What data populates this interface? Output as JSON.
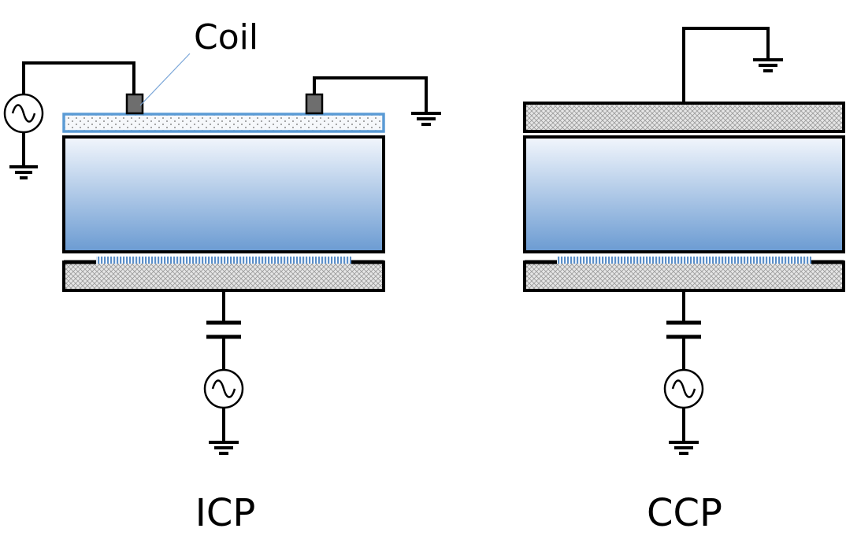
{
  "labels": {
    "coil": "Coil",
    "icp": "ICP",
    "ccp": "CCP"
  },
  "colors": {
    "line": "#000000",
    "plasma_top": "#f2f6fc",
    "plasma_bottom": "#6b9bd2",
    "coil_window_border": "#5b9bd5",
    "coil_terminal": "#6e6e6e",
    "wafer": "#5b8fc9",
    "electrode_fill": "#d9d9d9",
    "leader_line": "#7aa6d8"
  },
  "icons": {
    "rf_source": "ac-source-icon",
    "ground": "ground-icon",
    "capacitor": "capacitor-icon"
  }
}
